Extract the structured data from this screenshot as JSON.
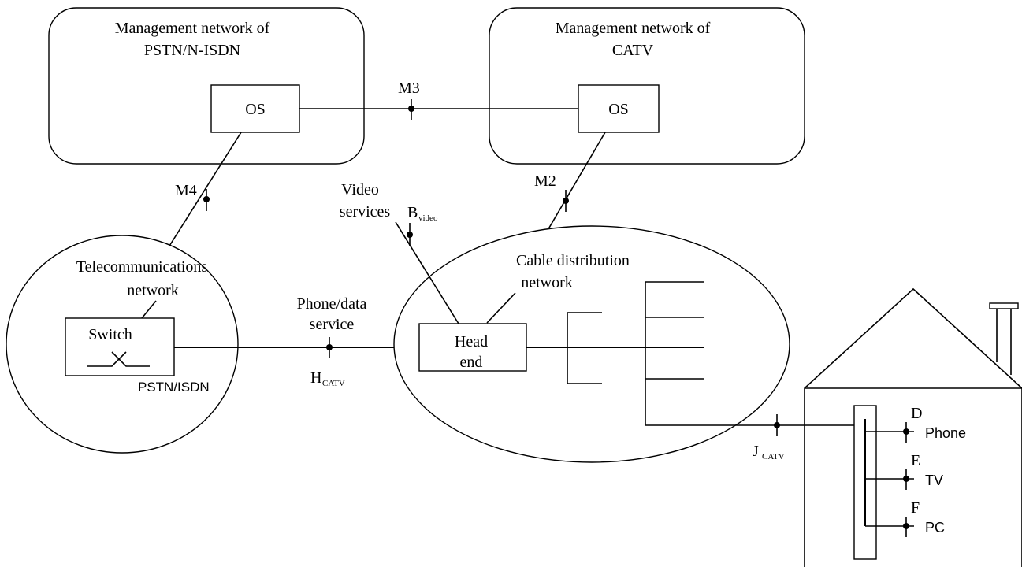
{
  "mgmt_pstn": {
    "line1": "Management network of",
    "line2": "PSTN/N-ISDN",
    "os": "OS"
  },
  "mgmt_catv": {
    "line1": "Management network of",
    "line2": "CATV",
    "os": "OS"
  },
  "refpoints": {
    "m3": "M3",
    "m4": "M4",
    "m2": "M2",
    "b_main": "B",
    "b_sub": "video",
    "h_main": "H",
    "h_sub": "CATV",
    "j_main": "J",
    "j_sub": "CATV",
    "d": "D",
    "e": "E",
    "f": "F"
  },
  "video_services": {
    "line1": "Video",
    "line2": "services"
  },
  "telecom": {
    "line1": "Telecommunications",
    "line2": "network",
    "switch": "Switch",
    "pstn": "PSTN/ISDN"
  },
  "phone_data": {
    "line1": "Phone/data",
    "line2": "service"
  },
  "cable": {
    "line1": "Cable distribution",
    "line2": "network",
    "head1": "Head",
    "head2": "end"
  },
  "terminals": {
    "phone": "Phone",
    "tv": "TV",
    "pc": "PC"
  }
}
